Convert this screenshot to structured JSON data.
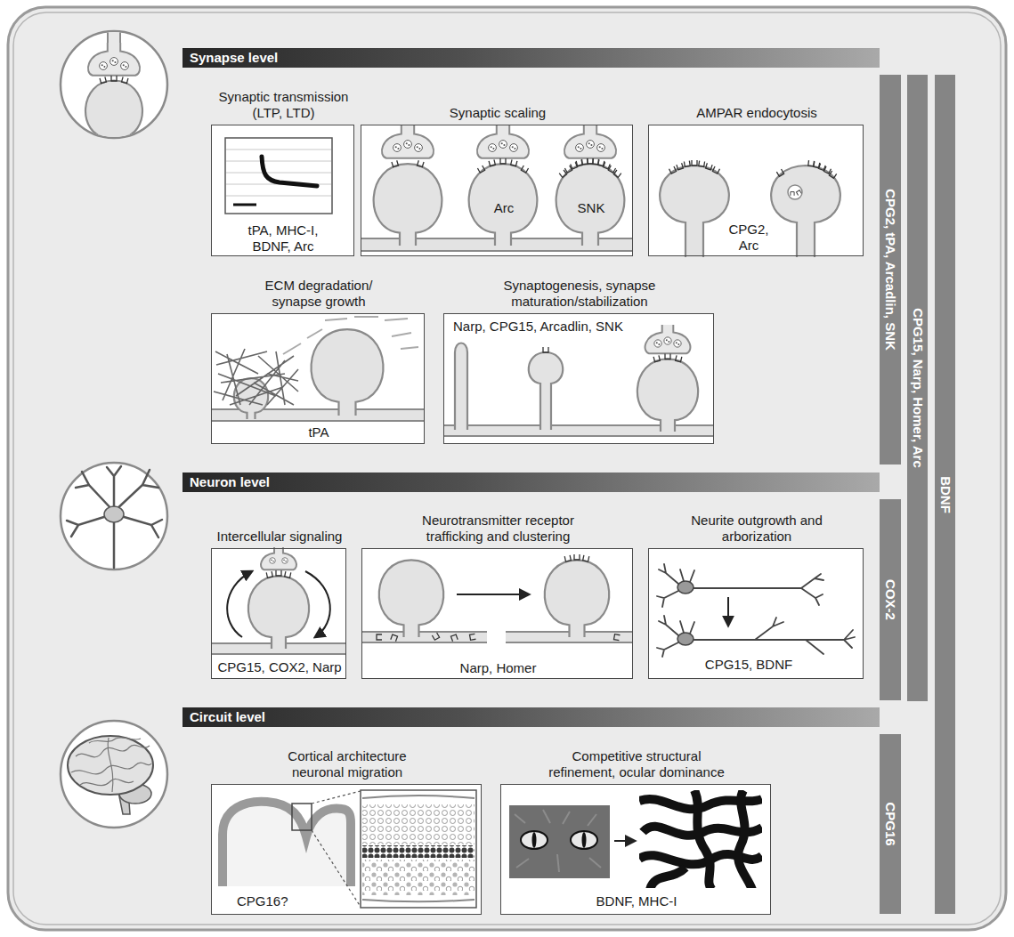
{
  "diagram": {
    "nodes": [
      {
        "text": [
          "Synapse level"
        ]
      },
      {
        "text": [
          "Synaptic transmission (LTP, LTD)",
          "tPA, MHC-I, BDNF, Arc"
        ]
      },
      {
        "text": [
          "Synaptic scaling",
          "Arc",
          "SNK"
        ]
      },
      {
        "text": [
          "AMPAR endocytosis",
          "CPG2, Arc"
        ]
      },
      {
        "text": [
          "ECM degradation/ synapse growth",
          "tPA"
        ]
      },
      {
        "text": [
          "Synaptogenesis, synapse maturation/stabilization",
          "Narp, CPG15, Arcadlin, SNK"
        ]
      },
      {
        "text": [
          "Neuron level"
        ]
      },
      {
        "text": [
          "Intercellular signaling",
          "CPG15, COX2, Narp"
        ]
      },
      {
        "text": [
          "Neurotransmitter receptor trafficking and clustering",
          "Narp, Homer"
        ]
      },
      {
        "text": [
          "Neurite outgrowth and arborization",
          "CPG15, BDNF"
        ]
      },
      {
        "text": [
          "Circuit level"
        ]
      },
      {
        "text": [
          "Cortical architecture neuronal migration",
          "CPG16?"
        ]
      },
      {
        "text": [
          "Competitive structural refinement, ocular dominance",
          "BDNF, MHC-I"
        ]
      },
      {
        "text": [
          "CPG2, tPA, Arcadlin, SNK"
        ]
      },
      {
        "text": [
          "CPG15, Narp, Homer, Arc"
        ]
      },
      {
        "text": [
          "BDNF"
        ]
      },
      {
        "text": [
          "COX-2"
        ]
      },
      {
        "text": [
          "CPG16"
        ]
      }
    ]
  }
}
